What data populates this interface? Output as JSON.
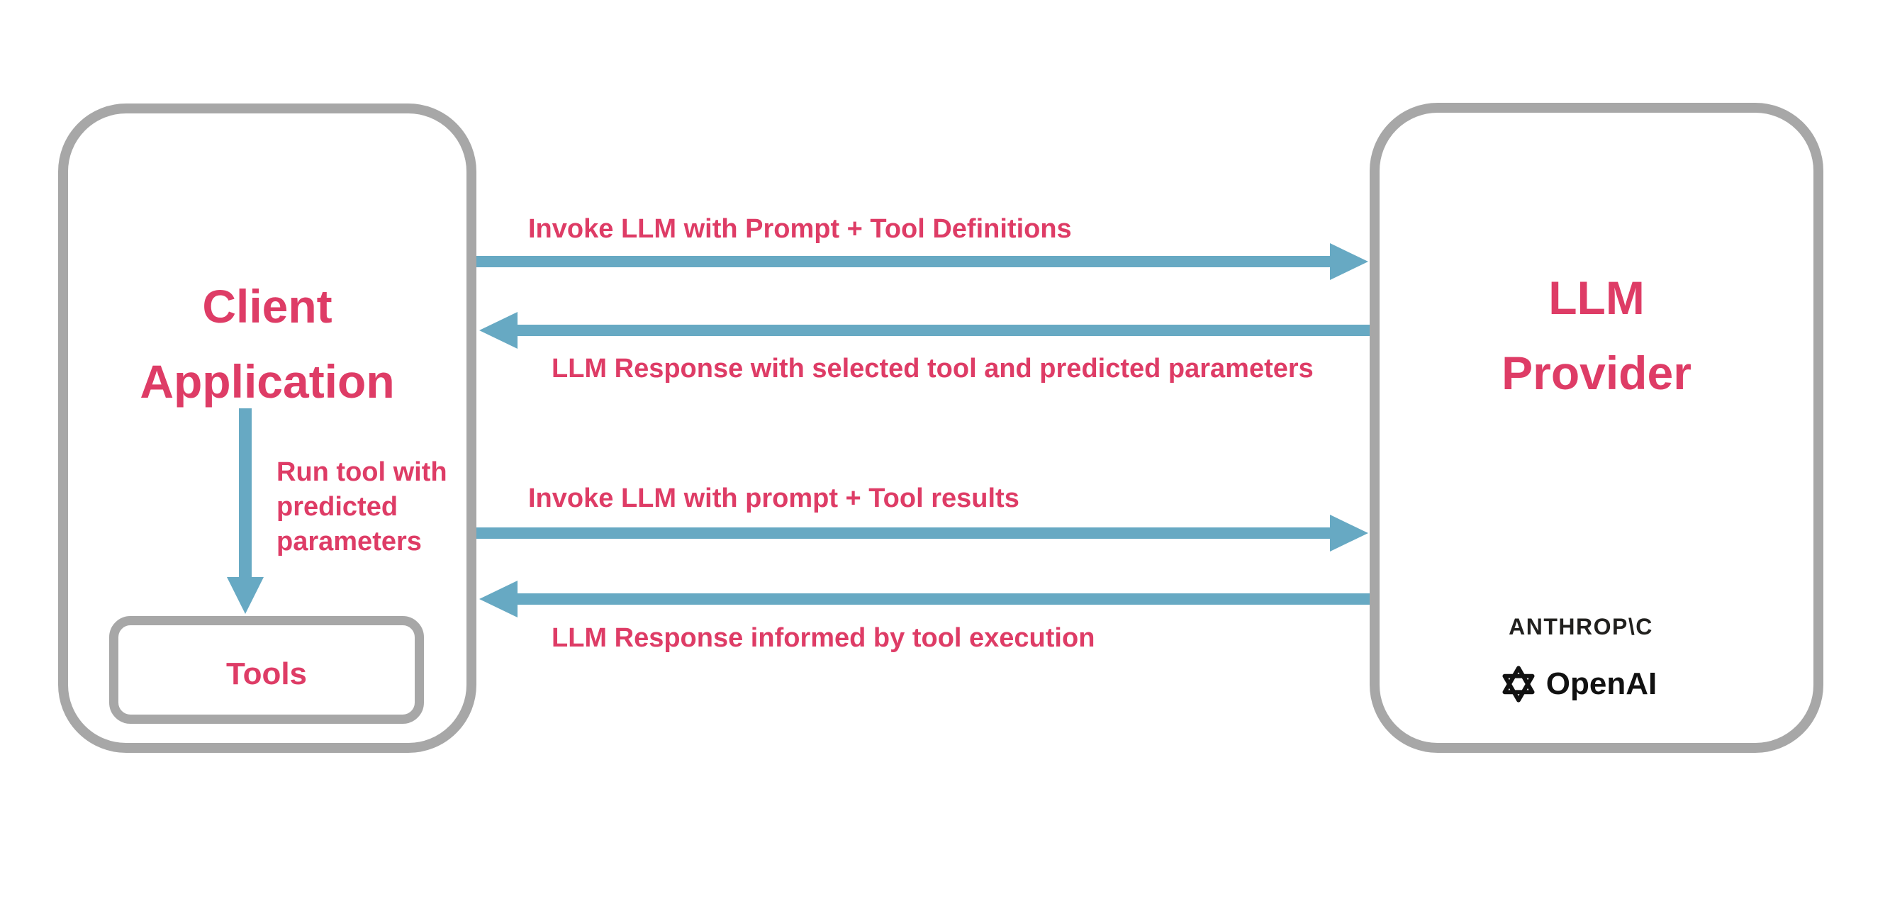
{
  "diagram": {
    "client": {
      "title_line1": "Client",
      "title_line2": "Application",
      "tools_label": "Tools",
      "run_tool_label": "Run tool with\npredicted\nparameters"
    },
    "provider": {
      "title_line1": "LLM",
      "title_line2": "Provider",
      "anthropic_wordmark": "ANTHROP\\C",
      "openai_wordmark": "OpenAI"
    },
    "flows": [
      {
        "label": "Invoke LLM with Prompt + Tool Definitions",
        "direction": "right"
      },
      {
        "label": "LLM Response with selected tool and predicted parameters",
        "direction": "left"
      },
      {
        "label": "Invoke LLM with prompt + Tool results",
        "direction": "right"
      },
      {
        "label": "LLM Response informed by tool execution",
        "direction": "left"
      }
    ],
    "colors": {
      "accent_pink": "#DE3C66",
      "arrow_blue": "#67A9C3",
      "border_gray": "#A7A7A7",
      "logo_black": "#21201E"
    }
  }
}
